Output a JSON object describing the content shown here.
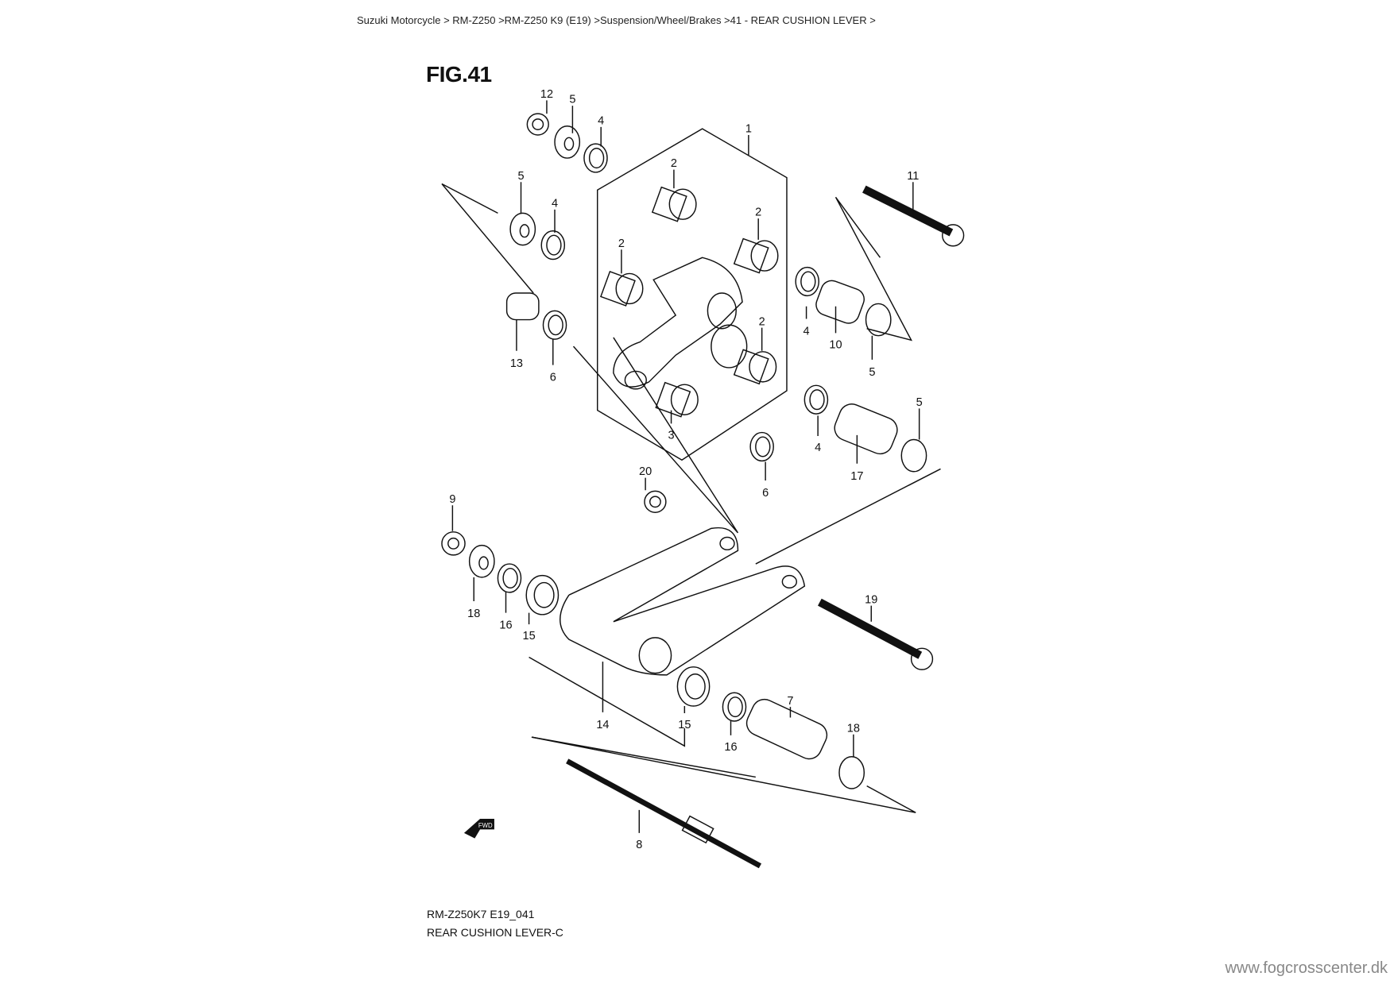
{
  "breadcrumb": "Suzuki Motorcycle > RM-Z250 >RM-Z250 K9 (E19) >Suspension/Wheel/Brakes >41 - REAR CUSHION LEVER >",
  "figure_title": "FIG.41",
  "footer": {
    "code": "RM-Z250K7 E19_041",
    "name": "REAR CUSHION LEVER-C"
  },
  "watermark": "www.fogcrosscenter.dk",
  "fwd_label": "FWD",
  "callouts": [
    "12",
    "5",
    "4",
    "1",
    "2",
    "11",
    "5",
    "4",
    "2",
    "2",
    "2",
    "4",
    "10",
    "5",
    "13",
    "6",
    "3",
    "5",
    "4",
    "17",
    "6",
    "20",
    "9",
    "19",
    "18",
    "16",
    "15",
    "7",
    "14",
    "15",
    "18",
    "16",
    "8"
  ]
}
